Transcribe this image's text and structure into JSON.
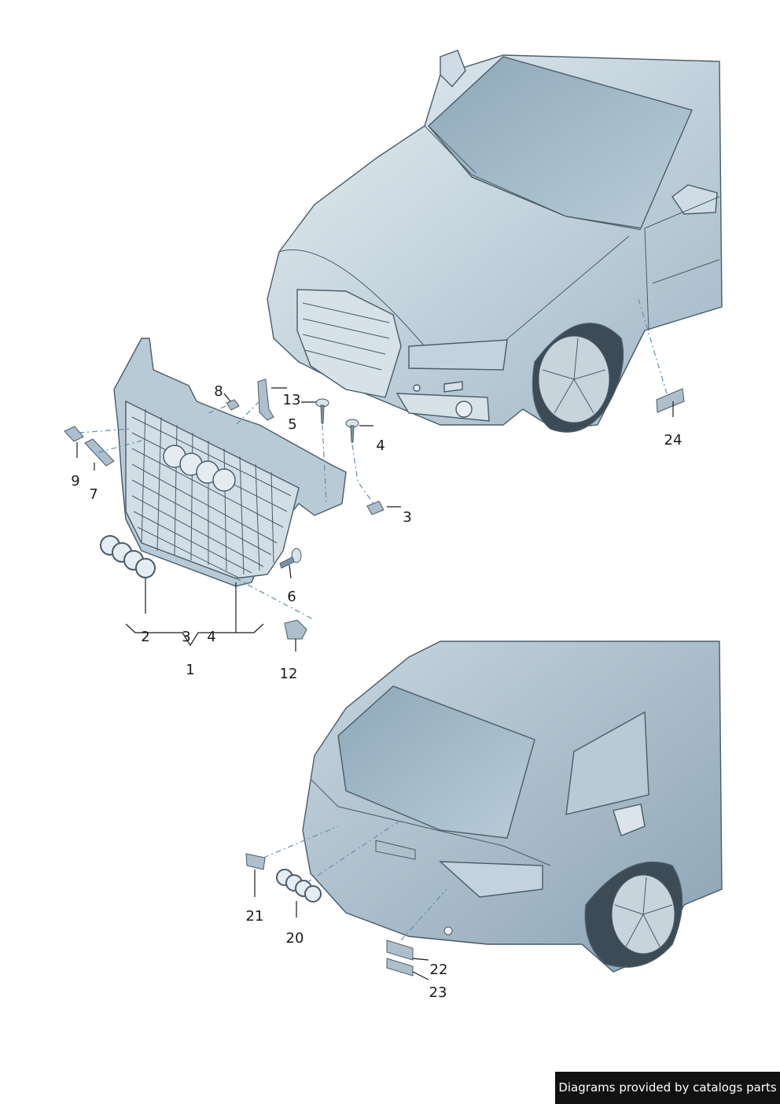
{
  "callouts": {
    "c1": "1",
    "c2": "2",
    "c3a": "3",
    "c4a": "4",
    "c3b": "3",
    "c4b": "4",
    "c5": "5",
    "c6": "6",
    "c7": "7",
    "c8": "8",
    "c9": "9",
    "c12": "12",
    "c13": "13",
    "c20": "20",
    "c21": "21",
    "c22": "22",
    "c23": "23",
    "c24": "24"
  },
  "credit": "Diagrams provided by catalogs parts",
  "colors": {
    "body_light": "#dde7ee",
    "body_mid": "#a9bfcd",
    "body_dark": "#7c95a6",
    "leader_dash": "#5f8fa8"
  }
}
